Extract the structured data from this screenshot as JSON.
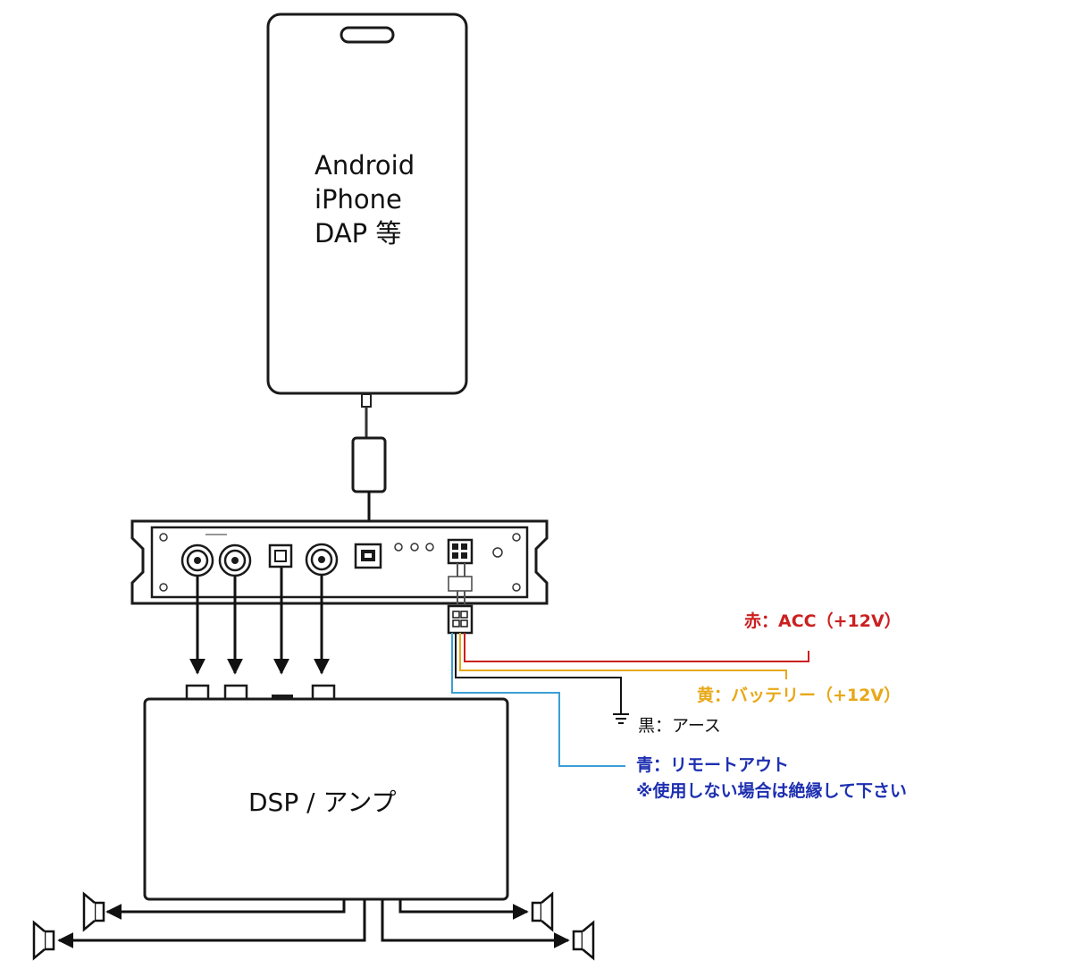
{
  "phone": {
    "line1": "Android",
    "line2": "iPhone",
    "line3": "DAP 等"
  },
  "dsp": {
    "label": "DSP / アンプ"
  },
  "wires": {
    "red": {
      "label": "赤：ACC（+12V）",
      "color": "#cc1f1f"
    },
    "yellow": {
      "label": "黄：バッテリー（+12V）",
      "color": "#e8a817"
    },
    "black": {
      "label": "黒：アース",
      "color": "#111111"
    },
    "blue": {
      "label": "青：リモートアウト",
      "color": "#1d2fb0"
    },
    "note": {
      "label": "※使用しない場合は絶縁して下さい",
      "color": "#1d2fb0"
    }
  },
  "icons": [
    "usb-port-icon",
    "rca-jack-icon",
    "optical-port-icon",
    "power-connector-icon",
    "speaker-icon",
    "ground-icon",
    "led-indicator-icon"
  ]
}
